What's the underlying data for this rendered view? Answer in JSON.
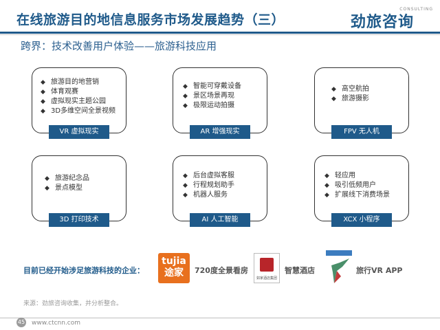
{
  "header": {
    "title": "在线旅游目的地信息服务市场发展趋势（三）",
    "logo_main": "劲旅咨询",
    "logo_sub": "CONSULTING"
  },
  "subtitle": "跨界：技术改善用户体验——旅游科技应用",
  "cards": [
    {
      "items": [
        "旅游目的地营销",
        "体育观赛",
        "虚拟现实主题公园",
        "3D多维空间全景视频"
      ],
      "tag": "VR   虚拟现实"
    },
    {
      "items": [
        "智能可穿戴设备",
        "景区场景再现",
        "极限运动拍摄"
      ],
      "tag": "AR   增强现实"
    },
    {
      "items": [
        "高空航拍",
        "旅游摄影"
      ],
      "tag": "FPV   无人机"
    },
    {
      "items": [
        "旅游纪念品",
        "景点模型"
      ],
      "tag": "3D   打印技术"
    },
    {
      "items": [
        "后台虚拟客服",
        "行程规划助手",
        "机器人服务"
      ],
      "tag": "AI   人工智能"
    },
    {
      "items": [
        "轻应用",
        "吸引低频用户",
        "扩展线下消费场景"
      ],
      "tag": "XCX   小程序"
    }
  ],
  "enterprises": {
    "label": "目前已经开始涉足旅游科技的企业：",
    "tujia_en": "tujia",
    "tujia_cn": "途家",
    "tujia_text": "720度全景看房",
    "hotel_caption": "如家酒店集团",
    "hotel_text": "智慧酒店",
    "bird_text": "旅行VR    APP"
  },
  "footer": {
    "source": "来源：劲旅咨询收集，并分析整合。",
    "page_number": "45",
    "website": "www.ctcnn.com"
  },
  "colors": {
    "brand_blue": "#1f5a8a",
    "tujia_orange": "#e8701e",
    "hotel_red": "#b8252a"
  }
}
